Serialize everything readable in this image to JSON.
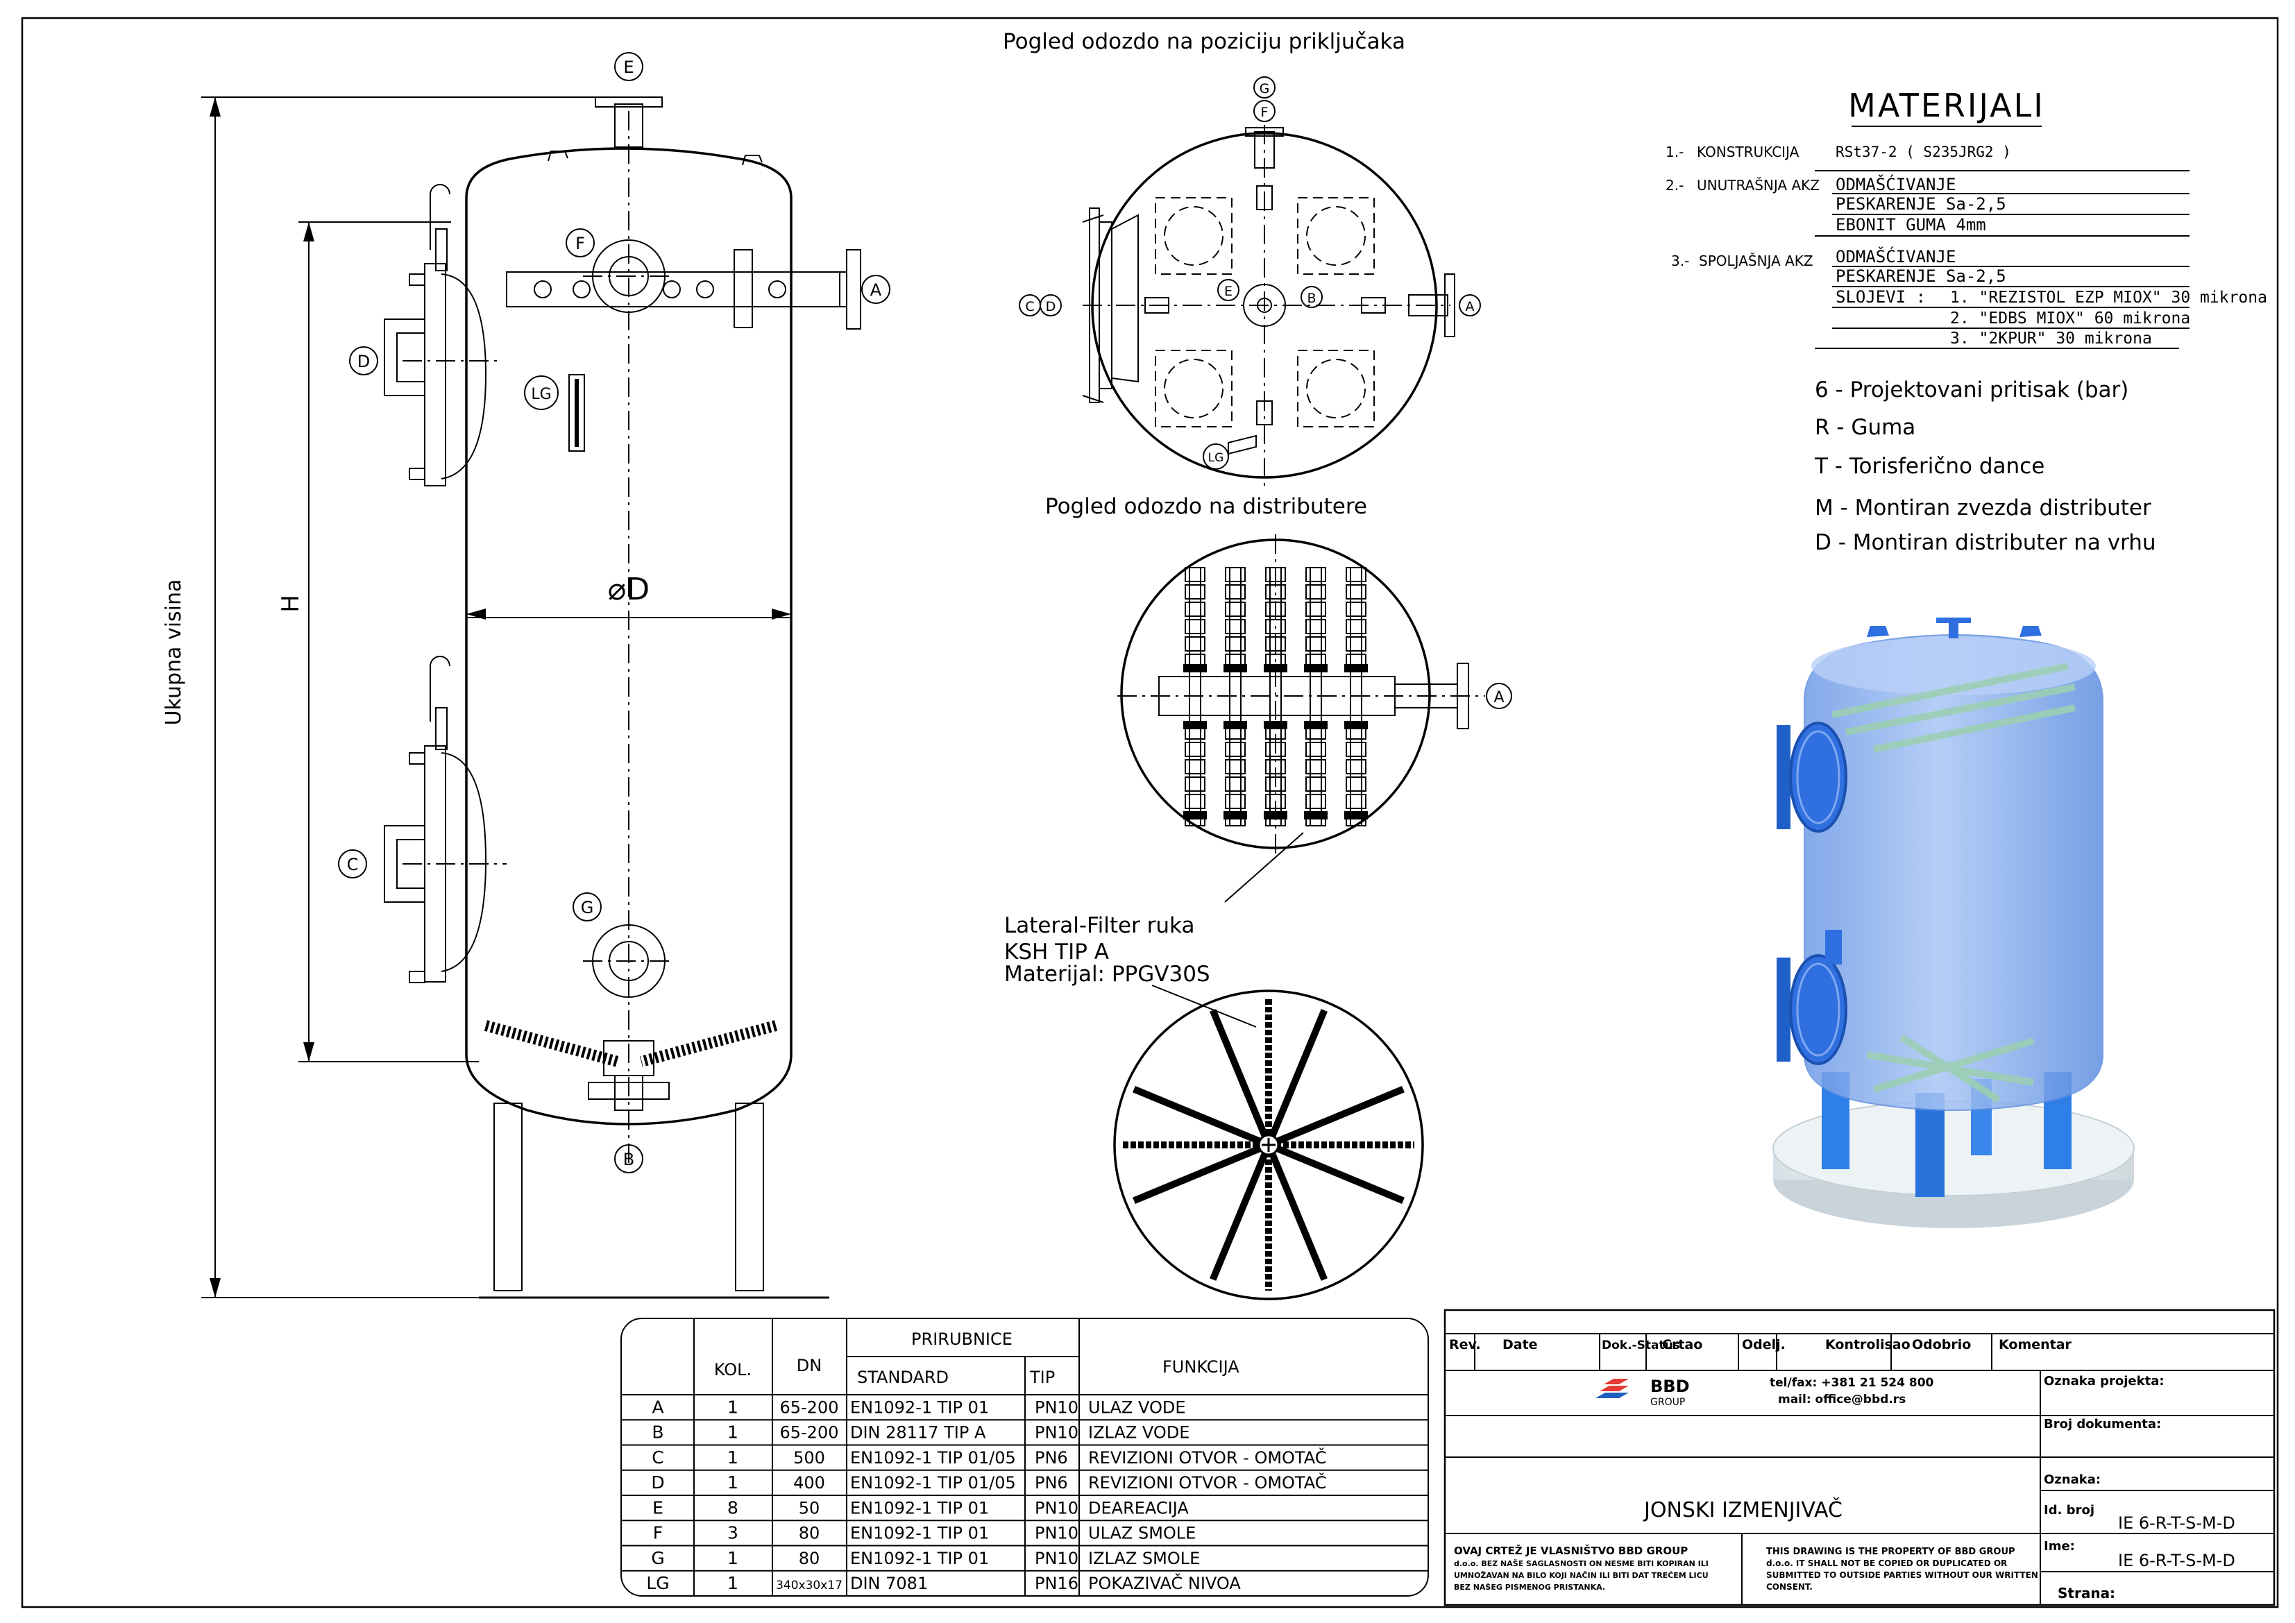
{
  "views": {
    "bottom_connections": "Pogled odozdo na poziciju priključaka",
    "bottom_distributors": "Pogled odozdo na distributere"
  },
  "dimensions": {
    "total_height": "Ukupna visina",
    "height": "H",
    "diameter": "⌀D"
  },
  "connection_tags": [
    "A",
    "B",
    "C",
    "D",
    "E",
    "F",
    "G",
    "LG"
  ],
  "lateral_note": [
    "Lateral-Filter ruka",
    "KSH TIP A",
    "Materijal: PPGV30S"
  ],
  "materials": {
    "title": "MATERIJALI",
    "rows": [
      {
        "num": "1.-",
        "label": "KONSTRUKCIJA",
        "lines": [
          "RSt37-2 ( S235JRG2 )"
        ]
      },
      {
        "num": "2.-",
        "label": "UNUTRAŠNJA AKZ",
        "lines": [
          "ODMAŠĆIVANJE",
          "PESKARENJE Sa-2,5",
          "EBONIT GUMA 4mm"
        ]
      },
      {
        "num": "3.-",
        "label": "SPOLJAŠNJA AKZ",
        "lines": [
          "ODMAŠĆIVANJE",
          "PESKARENJE Sa-2,5"
        ]
      }
    ],
    "coats_label": "SLOJEVI :",
    "coats": [
      "1. \"REZISTOL EZP MIOX\" 30 mikrona",
      "2. \"EDBS MIOX\" 60 mikrona",
      "3. \"2KPUR\" 30 mikrona"
    ]
  },
  "legend": [
    "6 - Projektovani pritisak (bar)",
    "R - Guma",
    "T - Torisferično dance",
    "M - Montiran zvezda distributer",
    "D - Montiran distributer na vrhu"
  ],
  "flange_table": {
    "headers": {
      "kol": "KOL.",
      "dn": "DN",
      "prirubnice": "PRIRUBNICE",
      "standard": "STANDARD",
      "tip": "TIP",
      "funkcija": "FUNKCIJA"
    },
    "rows": [
      {
        "id": "A",
        "kol": "1",
        "dn": "65-200",
        "standard": "EN1092-1 TIP 01",
        "tip": "PN10",
        "funkcija": "ULAZ VODE"
      },
      {
        "id": "B",
        "kol": "1",
        "dn": "65-200",
        "standard": "DIN 28117 TIP A",
        "tip": "PN10",
        "funkcija": "IZLAZ VODE"
      },
      {
        "id": "C",
        "kol": "1",
        "dn": "500",
        "standard": "EN1092-1 TIP 01/05",
        "tip": "PN6",
        "funkcija": "REVIZIONI OTVOR - OMOTAČ"
      },
      {
        "id": "D",
        "kol": "1",
        "dn": "400",
        "standard": "EN1092-1 TIP 01/05",
        "tip": "PN6",
        "funkcija": "REVIZIONI OTVOR - OMOTAČ"
      },
      {
        "id": "E",
        "kol": "8",
        "dn": "50",
        "standard": "EN1092-1 TIP 01",
        "tip": "PN10",
        "funkcija": "DEAREACIJA"
      },
      {
        "id": "F",
        "kol": "3",
        "dn": "80",
        "standard": "EN1092-1 TIP 01",
        "tip": "PN10",
        "funkcija": "ULAZ SMOLE"
      },
      {
        "id": "G",
        "kol": "1",
        "dn": "80",
        "standard": "EN1092-1 TIP 01",
        "tip": "PN10",
        "funkcija": "IZLAZ SMOLE"
      },
      {
        "id": "LG",
        "kol": "1",
        "dn": "340x30x17",
        "standard": "DIN 7081",
        "tip": "PN16",
        "funkcija": "POKAZIVAČ NIVOA"
      }
    ]
  },
  "title_block": {
    "headers": [
      "Rev.",
      "Date",
      "Dok.-Status",
      "Crtao",
      "Odelj.",
      "Kontrolisao",
      "Odobrio",
      "Komentar"
    ],
    "company": "BBD",
    "company_sub": "GROUP",
    "contact_tel": "tel/fax: +381 21 524 800",
    "contact_mail": "mail: office@bbd.rs",
    "labels": {
      "project": "Oznaka projekta:",
      "doc_no": "Broj dokumenta:",
      "mark": "Oznaka:",
      "id_no": "Id. broj",
      "name": "Ime:",
      "page": "Strana:"
    },
    "id_value": "IE 6-R-T-S-M-D",
    "name_value": "IE 6-R-T-S-M-D",
    "drawing_title": "JONSKI IZMENJIVAČ",
    "notice_sr": [
      "OVAJ CRTEŽ JE VLASNIŠTVO BBD GROUP",
      "d.o.o. BEZ NAŠE SAGLASNOSTI ON NESME BITI KOPIRAN ILI",
      "UMNOŽAVAN NA BILO KOJI NAČIN ILI BITI DAT TREĆEM LICU",
      "BEZ NAŠEG PISMENOG PRISTANKA."
    ],
    "notice_en": [
      "THIS DRAWING IS THE PROPERTY OF BBD GROUP",
      "d.o.o. IT SHALL NOT BE COPIED OR DUPLICATED OR",
      "SUBMITTED TO OUTSIDE PARTIES WITHOUT OUR WRITTEN",
      "CONSENT."
    ]
  },
  "colors": {
    "render_blue": "#8fb3ef",
    "render_dark": "#2f6fe0",
    "render_leg": "#2f7fe8",
    "render_base": "#e4ecef",
    "logo_red": "#e53935",
    "logo_blue": "#1e5fbf"
  }
}
